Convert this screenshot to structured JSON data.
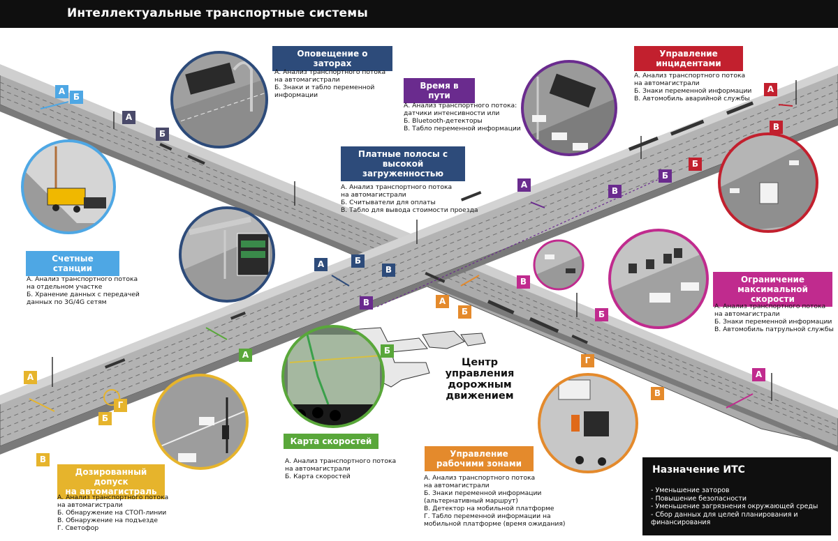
{
  "page_title": "Интеллектуальные транспортные системы",
  "colors": {
    "blue_dark": "#2d4b7a",
    "blue_light": "#4ea7e4",
    "purple": "#6a2b8e",
    "red": "#c2202e",
    "magenta": "#c02b8e",
    "orange": "#e48a2c",
    "yellow": "#e6b42c",
    "green": "#59a73a",
    "gray_tag": "#4a4a6a"
  },
  "sections": {
    "congestion": {
      "title": "Оповещение о заторах",
      "desc": "А. Анализ транспортного потока\nна автомагистрали\nБ. Знаки и табло переменной\nинформации"
    },
    "travel_time": {
      "title": "Время в пути",
      "desc": "А. Анализ транспортного потока:\nдатчики интенсивности или\nБ. Bluetooth-детекторы\nВ. Табло переменной информации"
    },
    "incidents": {
      "title": "Управление\nинцидентами",
      "desc": "А. Анализ транспортного потока\nна автомагистрали\nБ. Знаки переменной информации\nВ. Автомобиль аварийной службы"
    },
    "hot_lanes": {
      "title": "Платные полосы с\nвысокой загруженностью",
      "desc": "А. Анализ транспортного потока\nна автомагистрали\nБ. Считыватели для оплаты\nВ. Табло для вывода стоимости проезда"
    },
    "counting": {
      "title": "Счетные станции",
      "desc": "А. Анализ транспортного потока\nна отдельном участке\nБ. Хранение данных с передачей\nданных по 3G/4G сетям"
    },
    "speed_limit": {
      "title": "Ограничение\nмаксимальной скорости",
      "desc": "А. Анализ транспортного потока\nна автомагистрали\nБ. Знаки переменной информации\nВ. Автомобиль патрульной службы"
    },
    "speed_map": {
      "title": "Карта скоростей",
      "desc": "А. Анализ транспортного потока\nна автомагистрали\nБ. Карта скоростей"
    },
    "ramp_metering": {
      "title": "Дозированный допуск\nна автомагистраль",
      "desc": "А. Анализ транспортного потока\nна автомагистрали\nБ. Обнаружение на СТОП-линии\nВ. Обнаружение на подъезде\nГ. Светофор"
    },
    "work_zones": {
      "title": "Управление\nрабочими зонами",
      "desc": "А. Анализ транспортного потока\nна автомагистрали\nБ. Знаки переменной информации\n(альтернативный маршрут)\nВ. Детектор на мобильной платформе\nГ. Табло переменной информации на\nмобильной платформе (время ожидания)"
    }
  },
  "control_center": "Центр\nуправления\nдорожным движением",
  "purpose": {
    "title": "Назначение ИТС",
    "items": [
      "- Уменьшение заторов",
      "- Повышение безопасности",
      "- Уменьшение загрязнения окружающей среды",
      "- Сбор данных для целей планирования и финансирования"
    ]
  },
  "letters": {
    "a": "А",
    "b": "Б",
    "v": "В",
    "g": "Г"
  }
}
